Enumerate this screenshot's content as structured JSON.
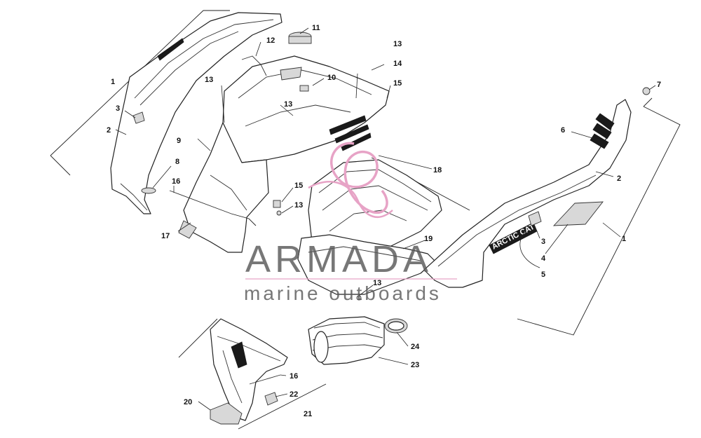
{
  "callouts": {
    "c1a": "1",
    "c1b": "1",
    "c2a": "2",
    "c2b": "2",
    "c3a": "3",
    "c3b": "3",
    "c4": "4",
    "c5": "5",
    "c6": "6",
    "c7": "7",
    "c8": "8",
    "c9": "9",
    "c10": "10",
    "c11": "11",
    "c12": "12",
    "c13a": "13",
    "c13b": "13",
    "c13c": "13",
    "c13d": "13",
    "c13e": "13",
    "c14": "14",
    "c15a": "15",
    "c15b": "15",
    "c16a": "16",
    "c16b": "16",
    "c17": "17",
    "c18": "18",
    "c19": "19",
    "c20": "20",
    "c21": "21",
    "c22": "22",
    "c23": "23",
    "c24": "24"
  },
  "decal": {
    "brand": "ARCTIC CAT"
  },
  "watermark": {
    "brand": "ARMADA",
    "tagline": "marine outboards",
    "color": "#e7a3c6"
  },
  "colors": {
    "line": "#222222",
    "background": "#ffffff"
  }
}
